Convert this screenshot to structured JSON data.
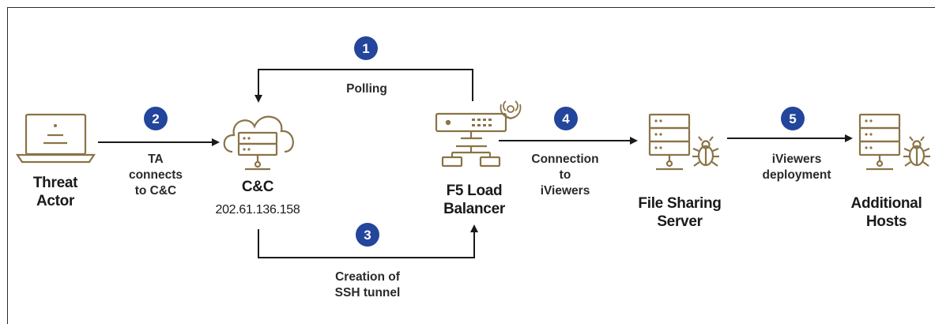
{
  "colors": {
    "icon_tan": "#8a7347",
    "badge_blue": "#23459b",
    "arrow": "#1a1a1a",
    "text": "#1a1a1a"
  },
  "nodes": {
    "threat_actor": {
      "label_line1": "Threat",
      "label_line2": "Actor",
      "icon": "laptop-icon"
    },
    "cnc": {
      "label": "C&C",
      "ip": "202.61.136.158",
      "icon": "cloud-server-icon"
    },
    "f5": {
      "label_line1": "F5 Load",
      "label_line2": "Balancer",
      "icon": "load-balancer-icon"
    },
    "file_server": {
      "label_line1": "File Sharing",
      "label_line2": "Server",
      "icon": "server-bug-icon"
    },
    "additional_hosts": {
      "label_line1": "Additional",
      "label_line2": "Hosts",
      "icon": "server-bug-icon"
    }
  },
  "steps": [
    {
      "number": "1",
      "label_line1": "Polling",
      "label_line2": ""
    },
    {
      "number": "2",
      "label_line1": "TA",
      "label_line2": "connects",
      "label_line3": "to C&C"
    },
    {
      "number": "3",
      "label_line1": "Creation of",
      "label_line2": "SSH tunnel"
    },
    {
      "number": "4",
      "label_line1": "Connection",
      "label_line2": "to",
      "label_line3": "iViewers"
    },
    {
      "number": "5",
      "label_line1": "iViewers",
      "label_line2": "deployment"
    }
  ]
}
